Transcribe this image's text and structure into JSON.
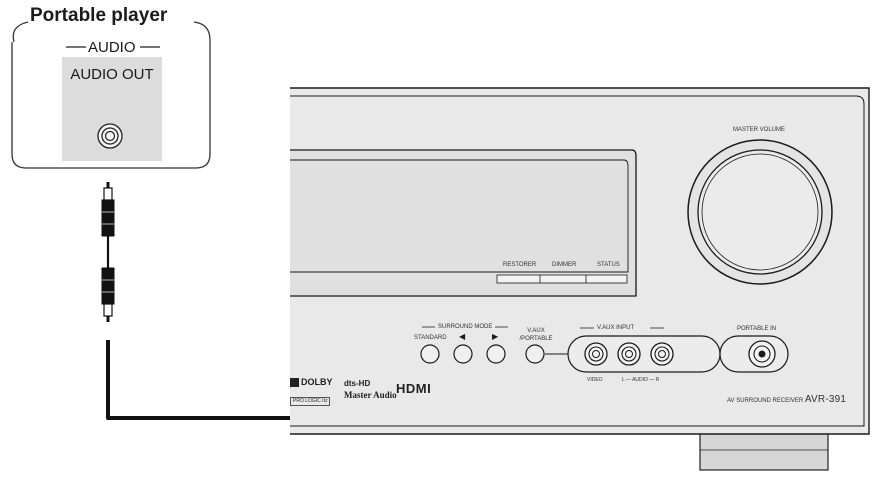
{
  "player": {
    "title": "Portable player",
    "group_label": "AUDIO",
    "jack_label": "AUDIO OUT"
  },
  "receiver": {
    "master_volume_label": "MASTER VOLUME",
    "display_buttons": [
      "RESTORER",
      "DIMMER",
      "STATUS"
    ],
    "surround_mode_label": "SURROUND MODE",
    "standard_label": "STANDARD",
    "left_arrow": "◀",
    "right_arrow": "▶",
    "vaux_portable_label": "V.AUX /PORTABLE",
    "vaux_input_label": "V.AUX INPUT",
    "video_label": "VIDEO",
    "audio_lr_label": "L — AUDIO — R",
    "portable_in_label": "PORTABLE IN",
    "model_prefix": "AV SURROUND RECEIVER",
    "model_name": "AVR-391",
    "logos": {
      "dolby": "DOLBY",
      "dolby_sub": "PRO LOGIC IIz",
      "dts": "dts-HD",
      "dts_sub": "Master Audio",
      "hdmi": "HDMI"
    }
  },
  "colors": {
    "receiver_face": "#e8e8e8",
    "panel_shade": "#dadada",
    "line": "#1a1a1a",
    "cable": "#111111"
  }
}
